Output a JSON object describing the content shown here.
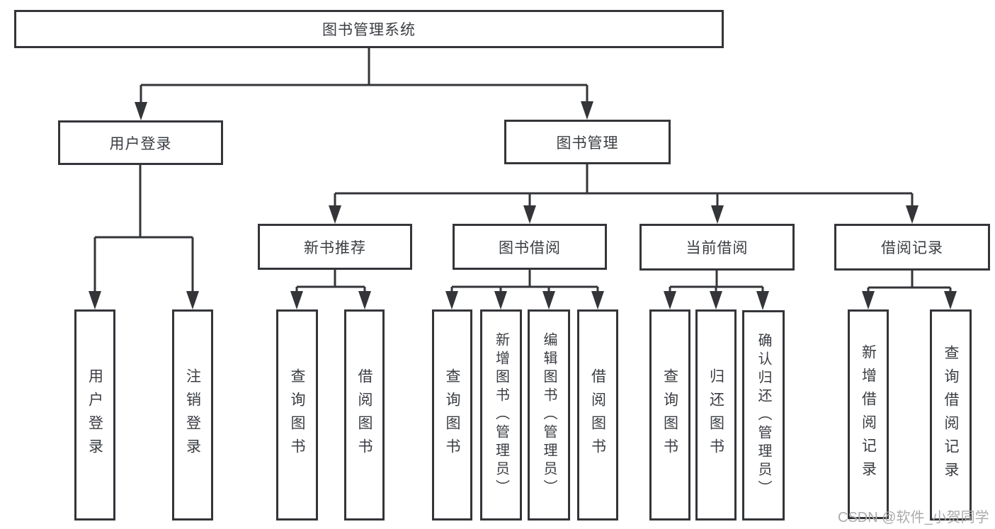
{
  "diagram_title": "图书管理系统",
  "tree": {
    "label": "图书管理系统",
    "children": [
      {
        "label": "用户登录",
        "children": [
          {
            "label": "用户登录"
          },
          {
            "label": "注销登录"
          }
        ]
      },
      {
        "label": "图书管理",
        "children": [
          {
            "label": "新书推荐",
            "children": [
              {
                "label": "查询图书"
              },
              {
                "label": "借阅图书"
              }
            ]
          },
          {
            "label": "图书借阅",
            "children": [
              {
                "label": "查询图书"
              },
              {
                "label": "新增图书（管理员）"
              },
              {
                "label": "编辑图书（管理员）"
              },
              {
                "label": "借阅图书"
              }
            ]
          },
          {
            "label": "当前借阅",
            "children": [
              {
                "label": "查询图书"
              },
              {
                "label": "归还图书"
              },
              {
                "label": "确认归还（管理员）"
              }
            ]
          },
          {
            "label": "借阅记录",
            "children": [
              {
                "label": "新增借阅记录"
              },
              {
                "label": "查询借阅记录"
              }
            ]
          }
        ]
      }
    ]
  },
  "watermark": {
    "text": "CSDN @软件_小贺同学"
  },
  "colors": {
    "line": "#333538",
    "text": "#3a3d42",
    "background": "#ffffff",
    "watermark": "#ababab"
  }
}
